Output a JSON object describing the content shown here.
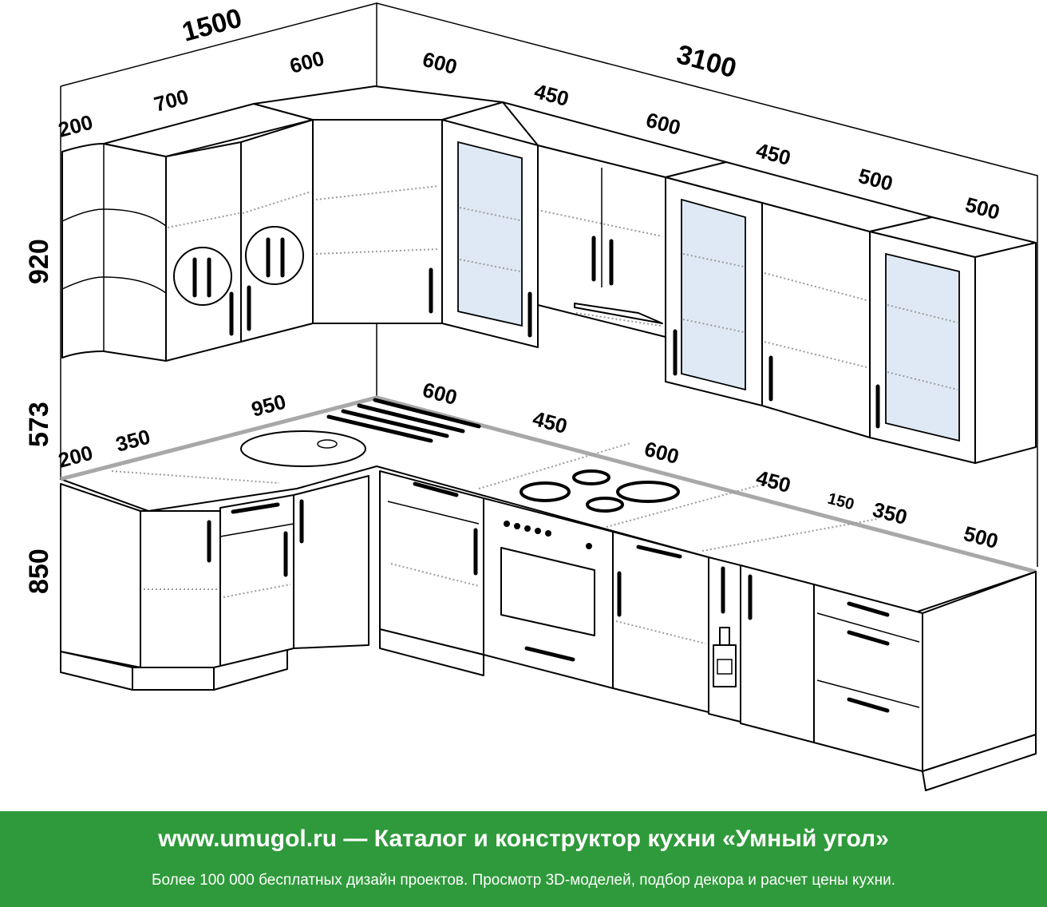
{
  "dimensions": {
    "top_1500": "1500",
    "top_3100": "3100",
    "u_200": "200",
    "u_700": "700",
    "u_600a": "600",
    "u_600b": "600",
    "u_450a": "450",
    "u_600c": "600",
    "u_450b": "450",
    "u_500a": "500",
    "u_500b": "500",
    "h_920": "920",
    "h_573": "573",
    "h_850": "850",
    "l_200": "200",
    "l_350": "350",
    "l_950": "950",
    "l_600": "600",
    "l_450a": "450",
    "l_600b": "600",
    "l_450b": "450",
    "l_150": "150",
    "l_350b": "350",
    "l_500": "500"
  },
  "icons": [
    "fork-knife-icon",
    "hood-icon",
    "hob-icon",
    "oven-icon",
    "sink-icon",
    "bottle-icon"
  ],
  "colors": {
    "banner_bg": "#2f9a3b",
    "banner_text": "#ffffff",
    "glass": "#dfe9f5"
  },
  "banner": {
    "title": "www.umugol.ru — Каталог и конструктор кухни «Умный угол»",
    "subtitle": "Более 100 000 бесплатных дизайн проектов. Просмотр 3D-моделей, подбор декора и расчет цены кухни."
  }
}
